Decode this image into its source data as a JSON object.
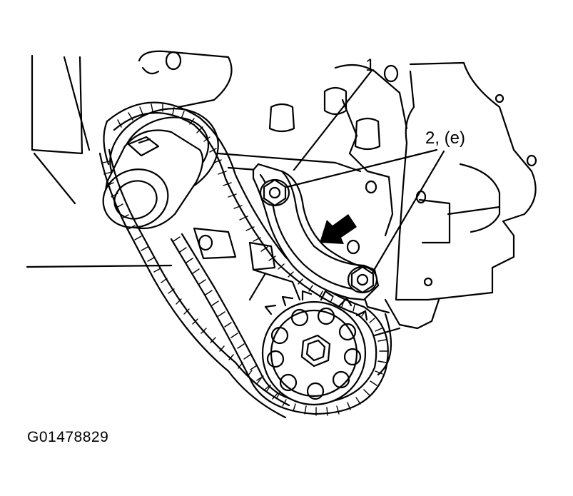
{
  "callouts": {
    "part_1": "1",
    "part_2": "2, (e)"
  },
  "figure_id": "G01478829",
  "colors": {
    "line": "#000000",
    "background": "#ffffff"
  }
}
